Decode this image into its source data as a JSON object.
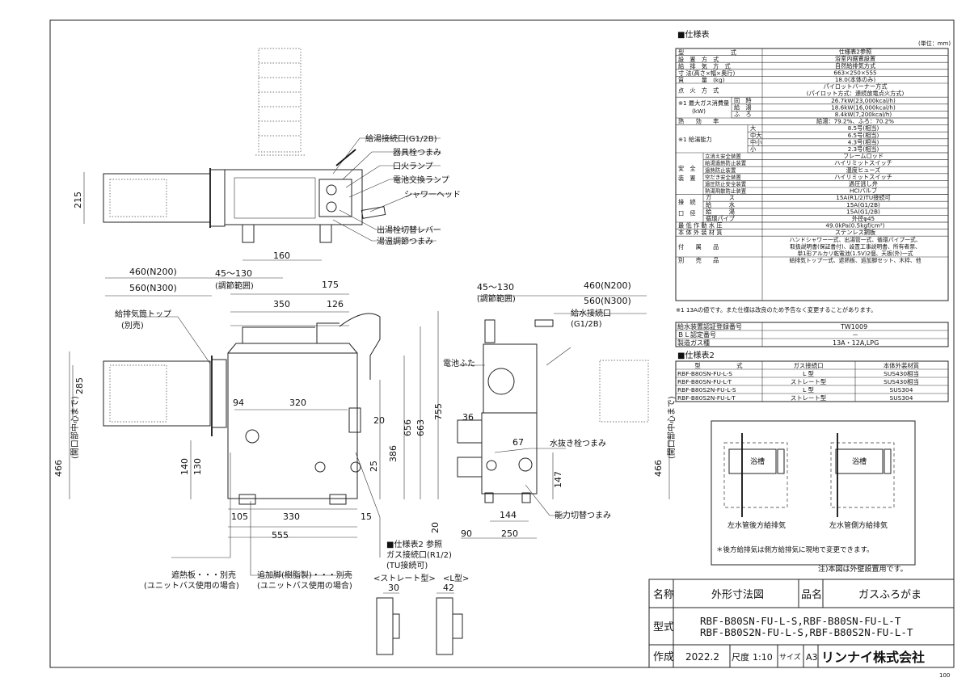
{
  "spec": {
    "title": "■仕様表",
    "unit": "(単位：mm)",
    "rows": [
      {
        "label": "型　　　　　　　　式",
        "value": "仕様表2参照"
      },
      {
        "label": "設　置　方　式",
        "value": "浴室内据置設置"
      },
      {
        "label": "給　排　気　方　式",
        "value": "自然給排気方式"
      },
      {
        "label": "寸 法(高さ×幅×奥行)",
        "value": "663×250×555"
      },
      {
        "label": "質　　　量　(kg)",
        "value": "18.0(本体のみ)"
      },
      {
        "label": "点　火　方　式",
        "value": "パイロットバーナー方式",
        "value2": "(パイロット方式：連続放電点火方式)"
      }
    ],
    "gas_label1": "※1 最大ガス消費量",
    "gas_label2": "(kW)",
    "gas_rows": [
      {
        "k": "同　時",
        "v": "26.7kW(23,000kcal/h)"
      },
      {
        "k": "給　湯",
        "v": "18.6kW(16,000kcal/h)"
      },
      {
        "k": "ふ　ろ",
        "v": "8.4kW(7,200kcal/h)"
      }
    ],
    "eff_label": "熱　　効　　率",
    "eff_value": "給湯：79.2%、ふろ：70.2%",
    "cap_label": "※1 給湯能力",
    "cap_rows": [
      {
        "k": "大",
        "v": "8.5号(相当)"
      },
      {
        "k": "中大",
        "v": "6.5号(相当)"
      },
      {
        "k": "中小",
        "v": "4.3号(相当)"
      },
      {
        "k": "小",
        "v": "2.3号(相当)"
      }
    ],
    "safety_label1": "安　全",
    "safety_label2": "装　置",
    "safety_rows": [
      {
        "k": "立消え安全装置",
        "v": "フレームロッド"
      },
      {
        "k": "給湯過熱防止装置",
        "v": "ハイリミットスイッチ"
      },
      {
        "k": "過熱防止装置",
        "v": "温度ヒューズ"
      },
      {
        "k": "空だき安全装置",
        "v": "ハイリミットスイッチ"
      },
      {
        "k": "過圧防止安全装置",
        "v": "過圧逃し弁"
      },
      {
        "k": "熱湯飛散防止装置",
        "v": "HCIバルブ"
      }
    ],
    "conn_label1": "接　続",
    "conn_label2": "口　径",
    "conn_rows": [
      {
        "k": "ガ　　　ス",
        "v": "15A(R1/2)TU接続可"
      },
      {
        "k": "給　　　水",
        "v": "15A(G1/2B)"
      },
      {
        "k": "給　　　湯",
        "v": "15A(G1/2B)"
      },
      {
        "k": "循環パイプ",
        "v": "外径φ45"
      }
    ],
    "rows2": [
      {
        "label": "最 低 作 動 水 圧",
        "value": "49.0kPa(0.5kgf/cm²)"
      },
      {
        "label": "本 体 外 装 材 質",
        "value": "ステンレス鋼板"
      }
    ],
    "acc_label": "付　　属　　品",
    "acc_lines": [
      "ハンドシャワー一式、出湯管一式、循環パイプ一式、",
      "取扱説明書(保証書付)、設置工事説明書、所有者票、",
      "単1形アルカリ乾電池(1.5V)2個、天板(外)一式"
    ],
    "sold_label": "別　　売　　品",
    "sold_value": "給排気トップ一式、遮熱板、追加脚セット、木枠、他",
    "note": "※1 13Aの値です。また仕様は改良のため予告なく変更することがあります。"
  },
  "cert": {
    "rows": [
      {
        "k": "給水装置認証登録番号",
        "v": "TW1009"
      },
      {
        "k": "ＢＬ認定番号",
        "v": "－"
      },
      {
        "k": "製造ガス種",
        "v": "13A・12A,LPG"
      }
    ]
  },
  "spec2": {
    "title": "■仕様表2",
    "headers": [
      "型　　　　　　式",
      "ガス接続口",
      "本体外装材質"
    ],
    "rows": [
      [
        "RBF-B80SN-FU-L-S",
        "L 型",
        "SUS430相当"
      ],
      [
        "RBF-B80SN-FU-L-T",
        "ストレート型",
        "SUS430相当"
      ],
      [
        "RBF-B80S2N-FU-L-S",
        "L 型",
        "SUS304"
      ],
      [
        "RBF-B80S2N-FU-L-T",
        "ストレート型",
        "SUS304"
      ]
    ]
  },
  "install": {
    "tub": "浴槽",
    "left_caption": "左水管後方給排気",
    "right_caption": "左水管側方給排気",
    "note": "＊後方給排気は側方給排気に現地で変更できます。"
  },
  "footnote": "注)本図は外壁設置用です。",
  "titleblock": {
    "name_label": "名称",
    "name_value": "外形寸法図",
    "product_label": "品名",
    "product_value": "ガスふろがま",
    "model_label": "型式",
    "model_line1": "RBF-B80SN-FU-L-S,RBF-B80SN-FU-L-T",
    "model_line2": "RBF-B80S2N-FU-L-S,RBF-B80S2N-FU-L-T",
    "made_label": "作成",
    "made_value": "2022.2",
    "scale_label": "尺度",
    "scale_value": "1:10",
    "size_label": "サイズ",
    "size_value": "A3",
    "company": "リンナイ株式会社",
    "page": "100"
  },
  "labels": {
    "hot_conn": "給湯接続口(G1/2B)",
    "tap_knob": "器具栓つまみ",
    "pilot_lamp": "口火ランプ",
    "battery_lamp": "電池交換ランプ",
    "shower_head": "シャワーヘッド",
    "outlet_lever": "出湯栓切替レバー",
    "temp_knob": "湯温調節つまみ",
    "exhaust_top": "給排気筒トップ",
    "sold_sep": "(別売)",
    "adjust": "(調節範囲)",
    "water_conn": "給水接続口",
    "water_conn2": "(G1/2B)",
    "battery_cover": "電池ふた",
    "drain_knob": "水抜き栓つまみ",
    "power_knob": "能力切替つまみ",
    "spec2_ref": "■仕様表2 参照",
    "gas_conn": "ガス接続口(R1/2)",
    "tu_conn": "(TU接続可)",
    "heat_shield": "遮熱板・・・別売",
    "unitbath": "(ユニットバス使用の場合)",
    "extra_leg": "追加脚(樹脂製)・・・別売",
    "straight_type": "<ストレート型>",
    "l_type": "<L型>",
    "vent_center": "(開口部中心まで)"
  },
  "dims": {
    "d215": "215",
    "d160": "160",
    "d45_130": "45～130",
    "d460": "460(N200)",
    "d560": "560(N300)",
    "d175": "175",
    "d350": "350",
    "d126": "126",
    "d285": "285",
    "d94": "94",
    "d320": "320",
    "d20": "20",
    "d656": "656",
    "d663": "663",
    "d755": "755",
    "d386": "386",
    "d466": "466",
    "d140": "140",
    "d130": "130",
    "d25": "25",
    "d105": "105",
    "d330": "330",
    "d15": "15",
    "d555": "555",
    "d36": "36",
    "d67": "67",
    "d147": "147",
    "d144": "144",
    "d90": "90",
    "d250": "250",
    "d30": "30",
    "d42": "42"
  }
}
